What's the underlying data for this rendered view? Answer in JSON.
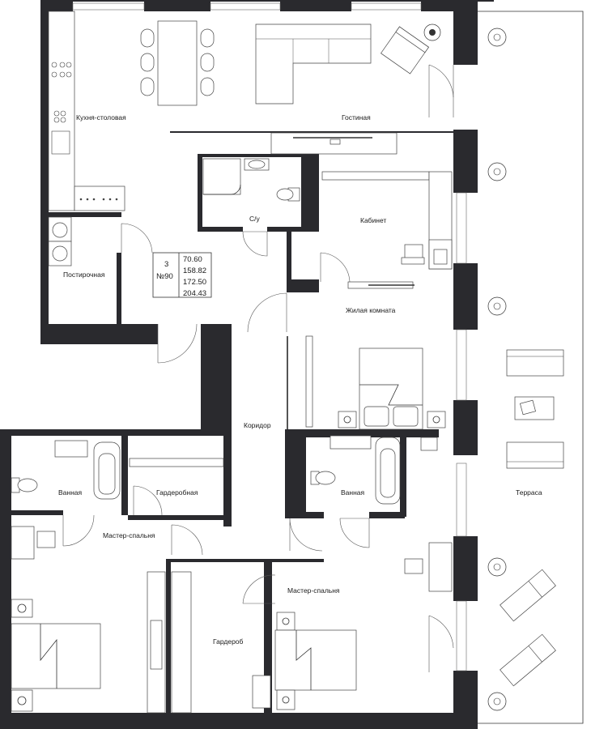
{
  "rooms": {
    "kitchen": "Кухня-столовая",
    "living": "Гостиная",
    "wc": "С/у",
    "office": "Кабинет",
    "laundry": "Постирочная",
    "living_room": "Жилая комната",
    "corridor": "Коридор",
    "bath_left": "Ванная",
    "wardrobe_room": "Гардеробная",
    "bath_right": "Ванная",
    "terrace": "Терраса",
    "master_left": "Мастер-спальня",
    "master_right": "Мастер-спальня",
    "wardrobe": "Гардероб"
  },
  "info": {
    "rooms_count": "3",
    "number": "№90",
    "areas": [
      "70.60",
      "158.82",
      "172.50",
      "204.43"
    ]
  },
  "colors": {
    "wall": "#2a2a2e",
    "background": "#ffffff",
    "line": "#333333"
  }
}
